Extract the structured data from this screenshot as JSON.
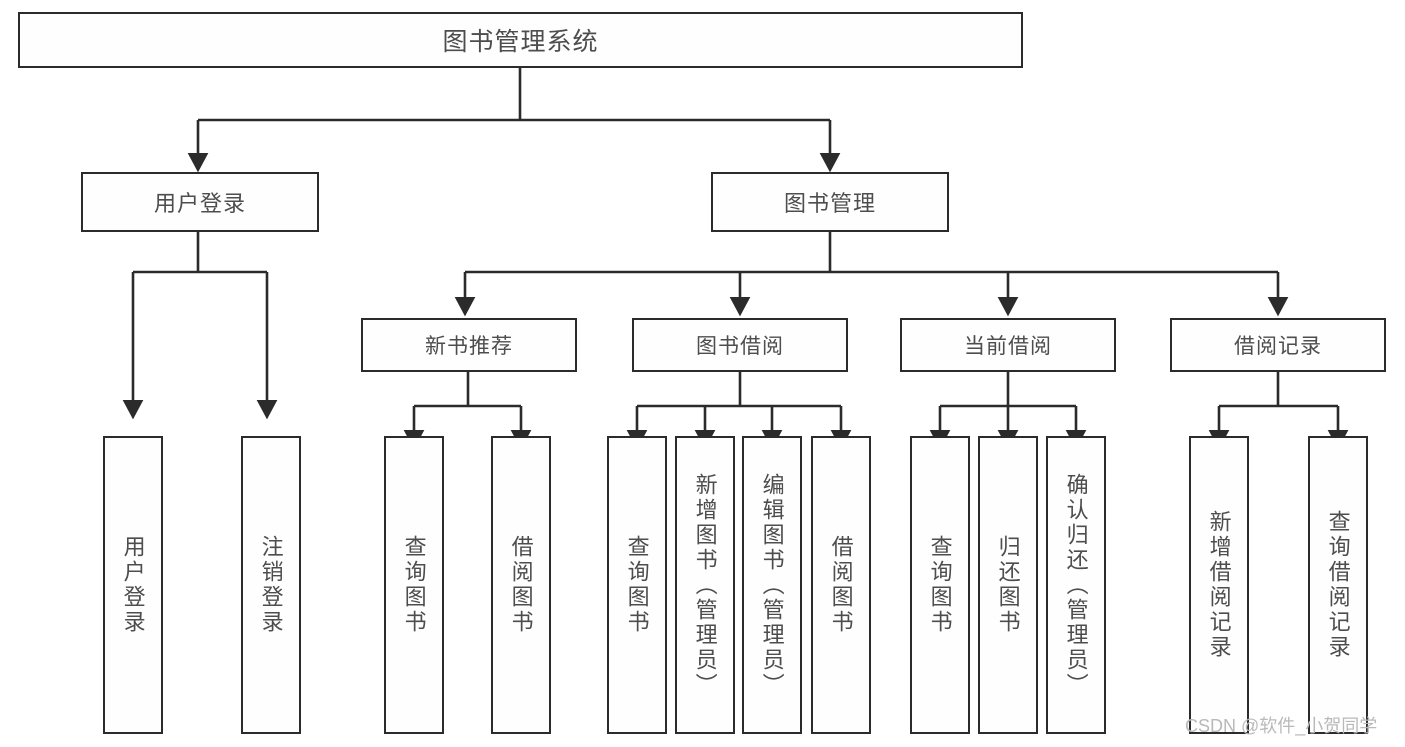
{
  "diagram": {
    "title": "图书管理系统",
    "watermark": "CSDN @软件_小贺同学",
    "colors": {
      "background": "#ffffff",
      "node_fill": "#fefefe",
      "node_stroke": "#2b2b2b",
      "edge_stroke": "#2b2b2b",
      "text": "#4d4d4d",
      "watermark_text": "#b9b9b9"
    },
    "root": {
      "label": "图书管理系统"
    },
    "level2": [
      {
        "id": "user-login",
        "label": "用户登录"
      },
      {
        "id": "book-management",
        "label": "图书管理"
      }
    ],
    "level3": [
      {
        "id": "new-book-recommend",
        "label": "新书推荐",
        "parent": "book-management"
      },
      {
        "id": "book-borrow",
        "label": "图书借阅",
        "parent": "book-management"
      },
      {
        "id": "current-borrow",
        "label": "当前借阅",
        "parent": "book-management"
      },
      {
        "id": "borrow-record",
        "label": "借阅记录",
        "parent": "book-management"
      }
    ],
    "leaves": [
      {
        "id": "leaf-user-login",
        "label": "用户登录",
        "parent": "user-login"
      },
      {
        "id": "leaf-logout-login",
        "label": "注销登录",
        "parent": "user-login"
      },
      {
        "id": "leaf-query-book-1",
        "label": "查询图书",
        "parent": "new-book-recommend"
      },
      {
        "id": "leaf-borrow-book-1",
        "label": "借阅图书",
        "parent": "new-book-recommend"
      },
      {
        "id": "leaf-query-book-2",
        "label": "查询图书",
        "parent": "book-borrow"
      },
      {
        "id": "leaf-add-book",
        "label": "新增图书（管理员）",
        "parent": "book-borrow"
      },
      {
        "id": "leaf-edit-book",
        "label": "编辑图书（管理员）",
        "parent": "book-borrow"
      },
      {
        "id": "leaf-borrow-book-2",
        "label": "借阅图书",
        "parent": "book-borrow"
      },
      {
        "id": "leaf-query-book-3",
        "label": "查询图书",
        "parent": "current-borrow"
      },
      {
        "id": "leaf-return-book",
        "label": "归还图书",
        "parent": "current-borrow"
      },
      {
        "id": "leaf-confirm-return",
        "label": "确认归还（管理员）",
        "parent": "current-borrow"
      },
      {
        "id": "leaf-add-record",
        "label": "新增借阅记录",
        "parent": "borrow-record"
      },
      {
        "id": "leaf-query-record",
        "label": "查询借阅记录",
        "parent": "borrow-record"
      }
    ]
  }
}
